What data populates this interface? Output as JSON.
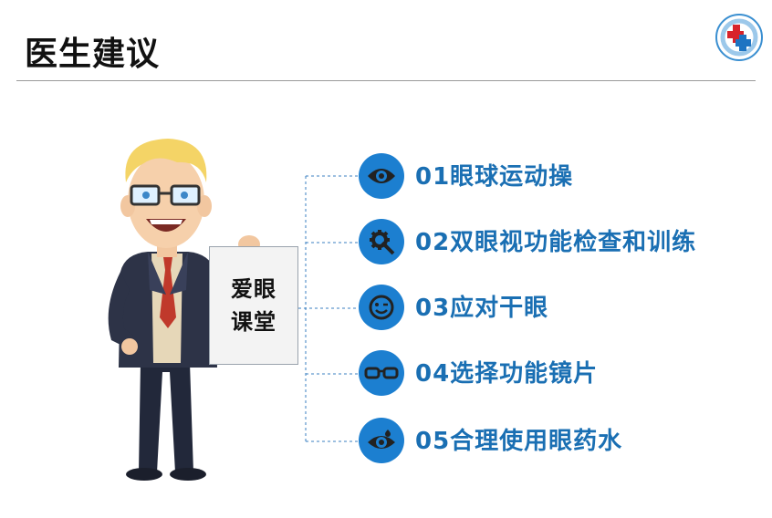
{
  "title": "医生建议",
  "card": {
    "line1": "爱眼",
    "line2": "课堂"
  },
  "colors": {
    "accent": "#1c7fd0",
    "label": "#1a6fb3"
  },
  "items": [
    {
      "label": "01眼球运动操",
      "icon": "eye-icon"
    },
    {
      "label": "02双眼视功能检查和训练",
      "icon": "gear-wrench-icon"
    },
    {
      "label": "03应对干眼",
      "icon": "smiley-wink-icon"
    },
    {
      "label": "04选择功能镜片",
      "icon": "glasses-icon"
    },
    {
      "label": "05合理使用眼药水",
      "icon": "eye-drop-icon"
    }
  ]
}
